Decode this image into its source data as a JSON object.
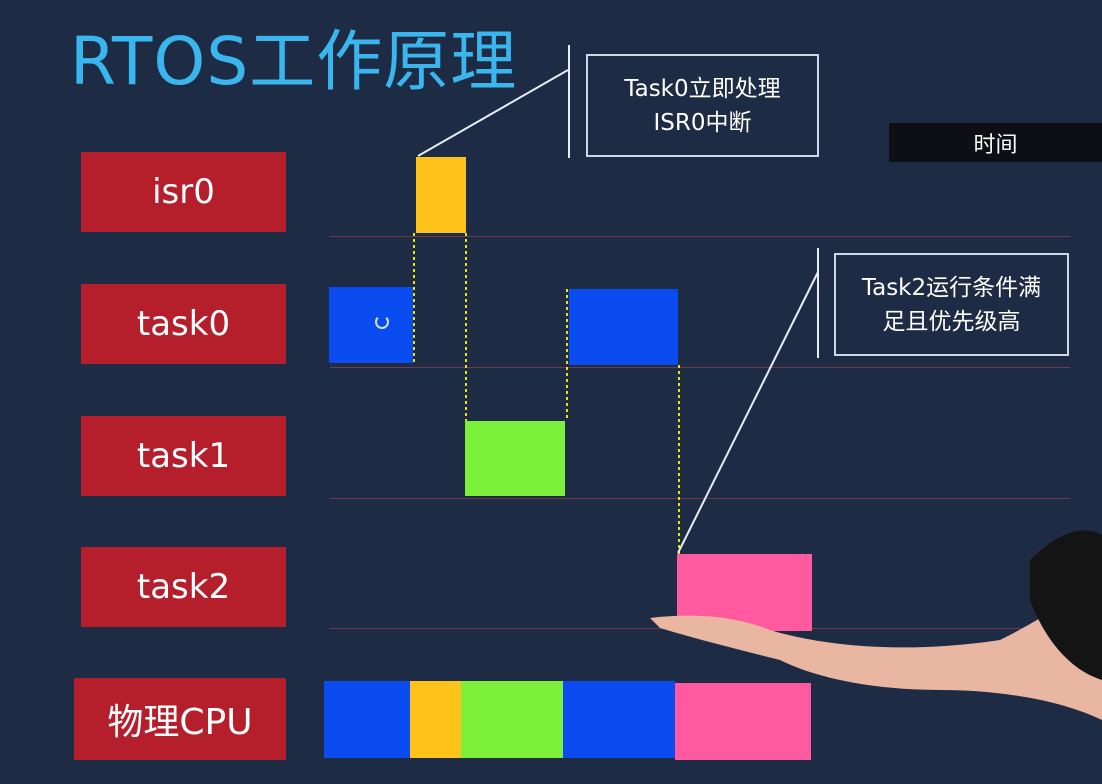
{
  "title": "RTOS工作原理",
  "time_label": "时间",
  "rows": {
    "isr0": "isr0",
    "task0": "task0",
    "task1": "task1",
    "task2": "task2",
    "cpu": "物理CPU"
  },
  "callouts": {
    "isr": "Task0立即处理\nISR0中断",
    "task2": "Task2运行条件满\n足且优先级高"
  },
  "colors": {
    "isr0": "#ffc21a",
    "task0": "#0a4cf0",
    "task1": "#7df03c",
    "task2": "#ff5aa0",
    "label_bg": "#b51f2b",
    "title": "#39b6ee",
    "background": "#1e2b44"
  }
}
